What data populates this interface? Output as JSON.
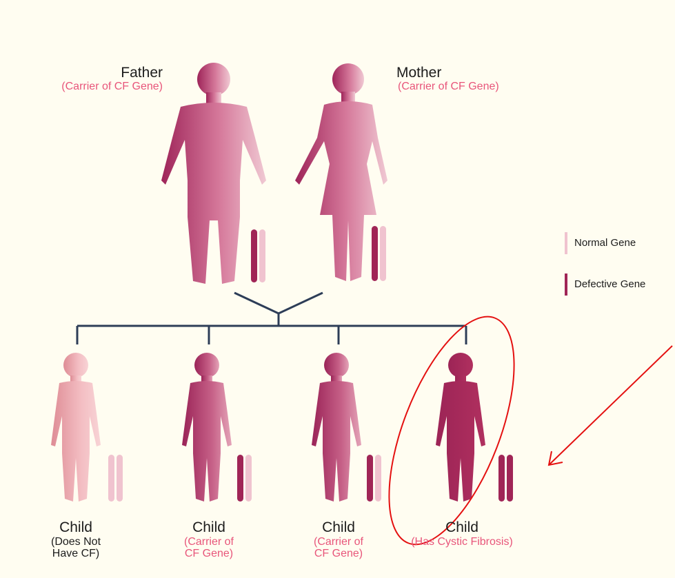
{
  "father": {
    "title": "Father",
    "subtitle": "(Carrier of CF Gene)"
  },
  "mother": {
    "title": "Mother",
    "subtitle": "(Carrier of CF Gene)"
  },
  "legend": {
    "normal": {
      "label": "Normal Gene",
      "color": "#f0c3cf"
    },
    "defective": {
      "label": "Defective Gene",
      "color": "#a02556"
    }
  },
  "children": [
    {
      "title": "Child",
      "line1": "(Does Not",
      "line2": "Have CF)",
      "genes": "normal-normal"
    },
    {
      "title": "Child",
      "line1": "(Carrier of",
      "line2": "CF Gene)",
      "genes": "normal-defective"
    },
    {
      "title": "Child",
      "line1": "(Carrier of",
      "line2": "CF Gene)",
      "genes": "defective-normal"
    },
    {
      "title": "Child",
      "line1": "(Has Cystic Fibrosis)",
      "line2": "",
      "genes": "defective-defective"
    }
  ],
  "colors": {
    "background": "#fffdf1",
    "label_pink": "#e8557a",
    "tree_line": "#2d3d57",
    "annotation_red": "#e41010",
    "figure_dark": "#a42a5c",
    "figure_light": "#f5c5cc"
  }
}
